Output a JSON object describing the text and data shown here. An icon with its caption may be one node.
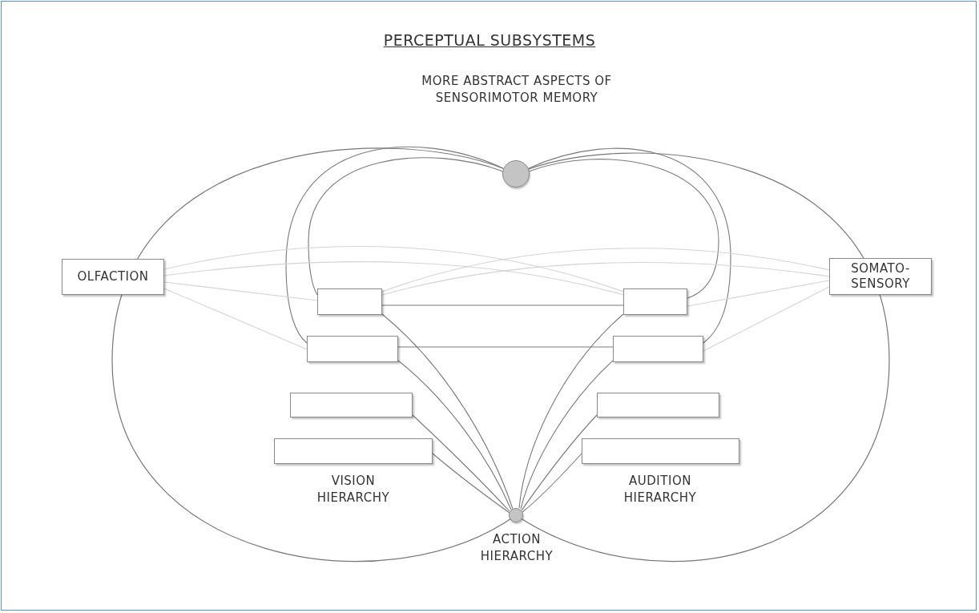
{
  "diagram": {
    "title": "PERCEPTUAL SUBSYSTEMS",
    "nodes": [
      {
        "text": [
          "VISION HIERARCHY"
        ]
      },
      {
        "text": [],
        "shape": "box",
        "in": 0
      },
      {
        "text": [],
        "shape": "box",
        "in": 0
      },
      {
        "text": [],
        "shape": "box",
        "in": 0
      },
      {
        "text": [],
        "shape": "box",
        "in": 0
      },
      {
        "text": [
          "AUDITION HIERARCHY"
        ]
      },
      {
        "text": [],
        "shape": "box",
        "in": 5
      },
      {
        "text": [],
        "shape": "box",
        "in": 5
      },
      {
        "text": [],
        "shape": "box",
        "in": 5
      },
      {
        "text": [],
        "shape": "box",
        "in": 5
      },
      {
        "text": [
          "OLFACTION"
        ]
      },
      {
        "text": [
          "SOMATO- SENSORY"
        ]
      },
      {
        "text": [
          "MORE ABSTRACT ASPECTS OF SENSORIMOTOR MEMORY"
        ]
      },
      {
        "text": [
          "ACTION HIERARCHY"
        ]
      }
    ],
    "edges": [
      {
        "from": 12,
        "to": 1,
        "arrow": "none"
      },
      {
        "from": 12,
        "to": 2,
        "arrow": "none"
      },
      {
        "from": 12,
        "to": 6,
        "arrow": "none"
      },
      {
        "from": 12,
        "to": 7,
        "arrow": "none"
      },
      {
        "from": 1,
        "to": 6,
        "arrow": "none"
      },
      {
        "from": 2,
        "to": 7,
        "arrow": "none"
      },
      {
        "from": 1,
        "to": 13,
        "arrow": "none"
      },
      {
        "from": 2,
        "to": 13,
        "arrow": "none"
      },
      {
        "from": 3,
        "to": 13,
        "arrow": "none"
      },
      {
        "from": 4,
        "to": 13,
        "arrow": "none"
      },
      {
        "from": 6,
        "to": 13,
        "arrow": "none"
      },
      {
        "from": 7,
        "to": 13,
        "arrow": "none"
      },
      {
        "from": 8,
        "to": 13,
        "arrow": "none"
      },
      {
        "from": 9,
        "to": 13,
        "arrow": "none"
      },
      {
        "from": 10,
        "to": 6,
        "arrow": "none",
        "color": "#d4d4d4"
      },
      {
        "from": 10,
        "to": 6,
        "arrow": "none",
        "color": "#d4d4d4"
      },
      {
        "from": 10,
        "to": 1,
        "arrow": "none",
        "color": "#d4d4d4"
      },
      {
        "from": 10,
        "to": 2,
        "arrow": "none",
        "color": "#d4d4d4"
      },
      {
        "from": 11,
        "to": 1,
        "arrow": "none",
        "color": "#d4d4d4"
      },
      {
        "from": 11,
        "to": 1,
        "arrow": "none",
        "color": "#d4d4d4"
      },
      {
        "from": 11,
        "to": 6,
        "arrow": "none",
        "color": "#d4d4d4"
      },
      {
        "from": 11,
        "to": 7,
        "arrow": "none",
        "color": "#d4d4d4"
      }
    ]
  }
}
